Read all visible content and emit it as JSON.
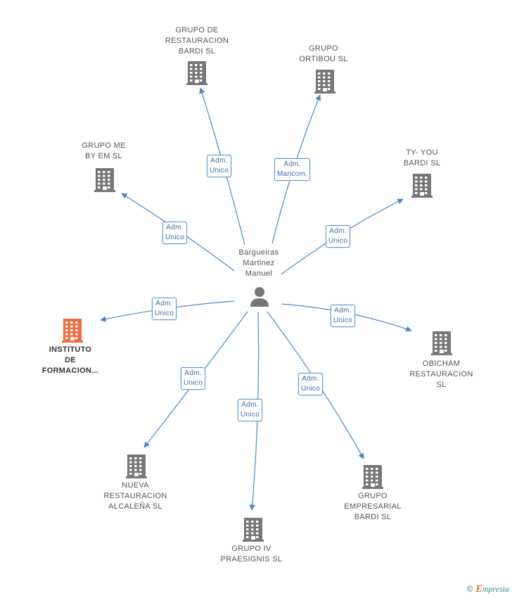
{
  "center": {
    "name": "Bargueiras\nMartinez\nManuel"
  },
  "companies": [
    {
      "id": "restauracion_bardi",
      "name": "GRUPO DE\nRESTAURACION\nBARDI  SL",
      "relation": "Adm.\nUnico",
      "color": "#777777"
    },
    {
      "id": "ortibou",
      "name": "GRUPO\nORTIBOU  SL",
      "relation": "Adm.\nMancom.",
      "color": "#777777"
    },
    {
      "id": "me_by_em",
      "name": "GRUPO ME\nBY EM  SL",
      "relation": "Adm.\nUnico",
      "color": "#777777"
    },
    {
      "id": "ty_you",
      "name": "TY- YOU\nBARDI  SL",
      "relation": "Adm.\nUnico",
      "color": "#777777"
    },
    {
      "id": "instituto",
      "name": "INSTITUTO\nDE\nFORMACION...",
      "relation": "Adm.\nUnico",
      "color": "#f26a3f"
    },
    {
      "id": "obicham",
      "name": "OBICHAM\nRESTAURACION\nSL",
      "relation": "Adm.\nUnico",
      "color": "#777777"
    },
    {
      "id": "nueva",
      "name": "NUEVA\nRESTAURACION\nALCALEÑA  SL",
      "relation": "Adm.\nUnico",
      "color": "#777777"
    },
    {
      "id": "praesignis",
      "name": "GRUPO IV\nPRAESIGNIS  SL",
      "relation": "Adm.\nUnico",
      "color": "#777777"
    },
    {
      "id": "empresarial",
      "name": "GRUPO\nEMPRESARIAL\nBARDI  SL",
      "relation": "Adm.\nUnico",
      "color": "#777777"
    }
  ],
  "colors": {
    "edge": "#4a86cf",
    "icon": "#777777",
    "highlight": "#f26a3f"
  },
  "footer": {
    "copyright": "©",
    "brand_first": "E",
    "brand_rest": "mpresia"
  }
}
